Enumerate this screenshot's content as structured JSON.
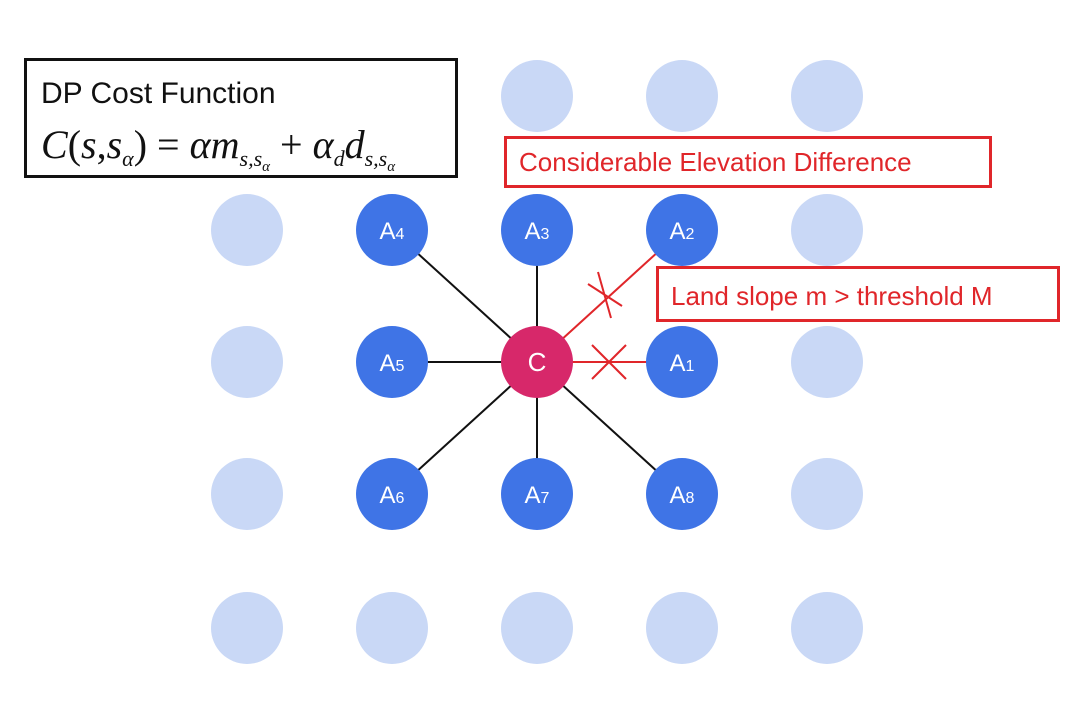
{
  "formula": {
    "title": "DP Cost Function",
    "lhs_fn": "C",
    "lhs_arg1": "s",
    "lhs_arg2": "s",
    "lhs_arg2_sub": "α",
    "coef1": "α",
    "var1": "m",
    "var1_sub": "s,s",
    "var1_sub_sub": "α",
    "coef2": "α",
    "coef2_sub": "d",
    "var2": "d",
    "var2_sub": "s,s",
    "var2_sub_sub": "α"
  },
  "callouts": {
    "elevation": "Considerable Elevation Difference",
    "slope": "Land slope m > threshold M"
  },
  "nodes": {
    "center": "C",
    "a1": {
      "letter": "A",
      "index": "1"
    },
    "a2": {
      "letter": "A",
      "index": "2"
    },
    "a3": {
      "letter": "A",
      "index": "3"
    },
    "a4": {
      "letter": "A",
      "index": "4"
    },
    "a5": {
      "letter": "A",
      "index": "5"
    },
    "a6": {
      "letter": "A",
      "index": "6"
    },
    "a7": {
      "letter": "A",
      "index": "7"
    },
    "a8": {
      "letter": "A",
      "index": "8"
    }
  },
  "colors": {
    "grid_node": "#c9d8f6",
    "neighbor_node": "#3f74e6",
    "center_node": "#d7286a",
    "blocked_edge": "#e0262a",
    "edge": "#111111"
  }
}
